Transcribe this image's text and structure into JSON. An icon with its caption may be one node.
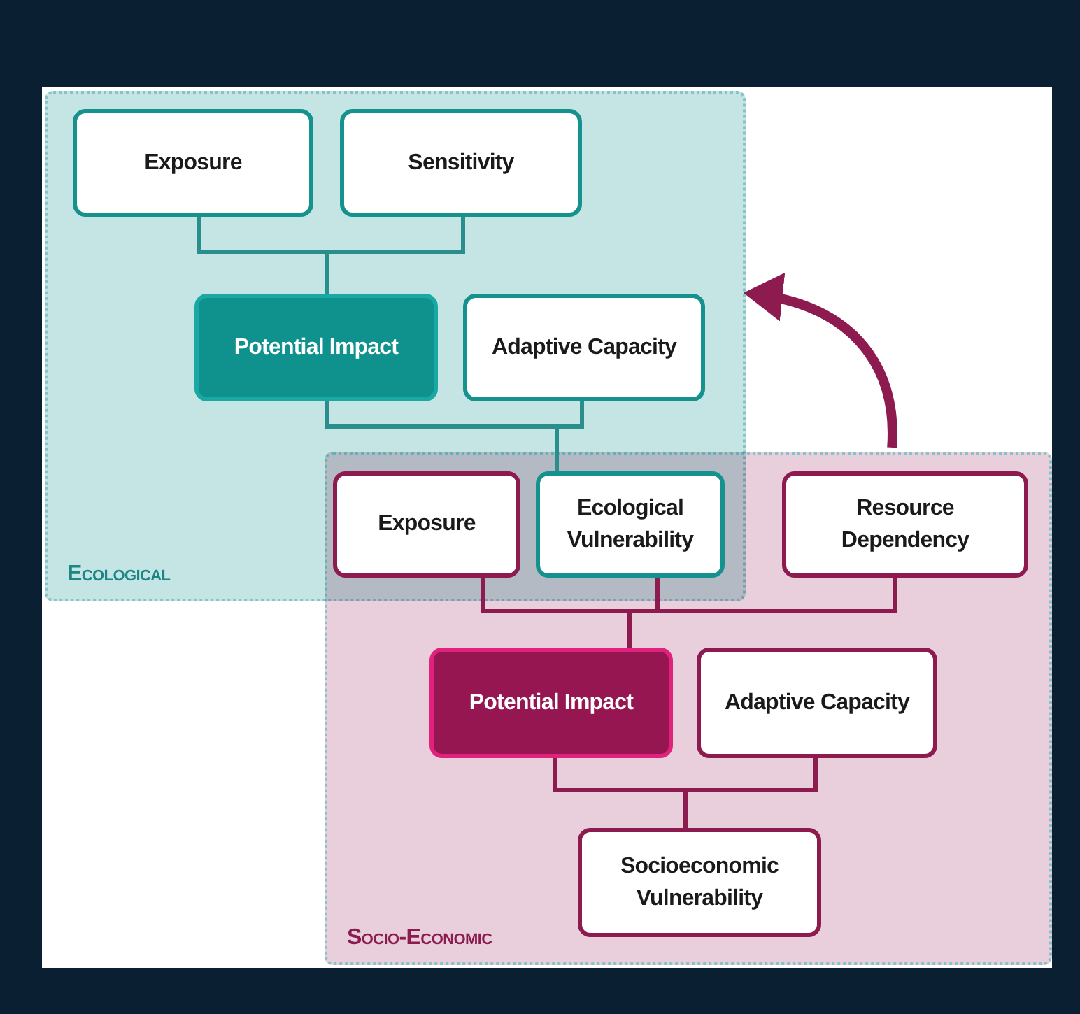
{
  "diagram": {
    "nodes": [
      {
        "text": [
          "Ecological"
        ]
      },
      {
        "text": [
          "Exposure"
        ],
        "in": 0
      },
      {
        "text": [
          "Sensitivity"
        ],
        "in": 0
      },
      {
        "text": [
          "Potential Impact"
        ],
        "in": 0
      },
      {
        "text": [
          "Adaptive Capacity"
        ],
        "in": 0
      },
      {
        "text": [
          "Socio-Economic"
        ]
      },
      {
        "text": [
          "Exposure"
        ]
      },
      {
        "text": [
          "Ecological Vulnerability"
        ]
      },
      {
        "text": [
          "Resource Dependency"
        ],
        "in": 5
      },
      {
        "text": [
          "Potential Impact"
        ],
        "in": 5
      },
      {
        "text": [
          "Adaptive Capacity"
        ],
        "in": 5
      },
      {
        "text": [
          "Socioeconomic Vulnerability"
        ],
        "in": 5
      }
    ],
    "edges": [
      {
        "from": 1,
        "to": 3,
        "arrow": "none",
        "color": "#2a8f8c"
      },
      {
        "from": 2,
        "to": 3,
        "arrow": "none",
        "color": "#2a8f8c"
      },
      {
        "from": 3,
        "to": 7,
        "arrow": "none",
        "color": "#2a8f8c"
      },
      {
        "from": 4,
        "to": 7,
        "arrow": "none",
        "color": "#2a8f8c"
      },
      {
        "from": 6,
        "to": 9,
        "arrow": "none"
      },
      {
        "from": 7,
        "to": 9,
        "arrow": "none"
      },
      {
        "from": 8,
        "to": 9,
        "arrow": "none"
      },
      {
        "from": 9,
        "to": 11,
        "arrow": "none"
      },
      {
        "from": 10,
        "to": 11,
        "arrow": "none"
      },
      {
        "from": 5,
        "to": 0,
        "arrow": "to",
        "style": "thick"
      }
    ]
  }
}
